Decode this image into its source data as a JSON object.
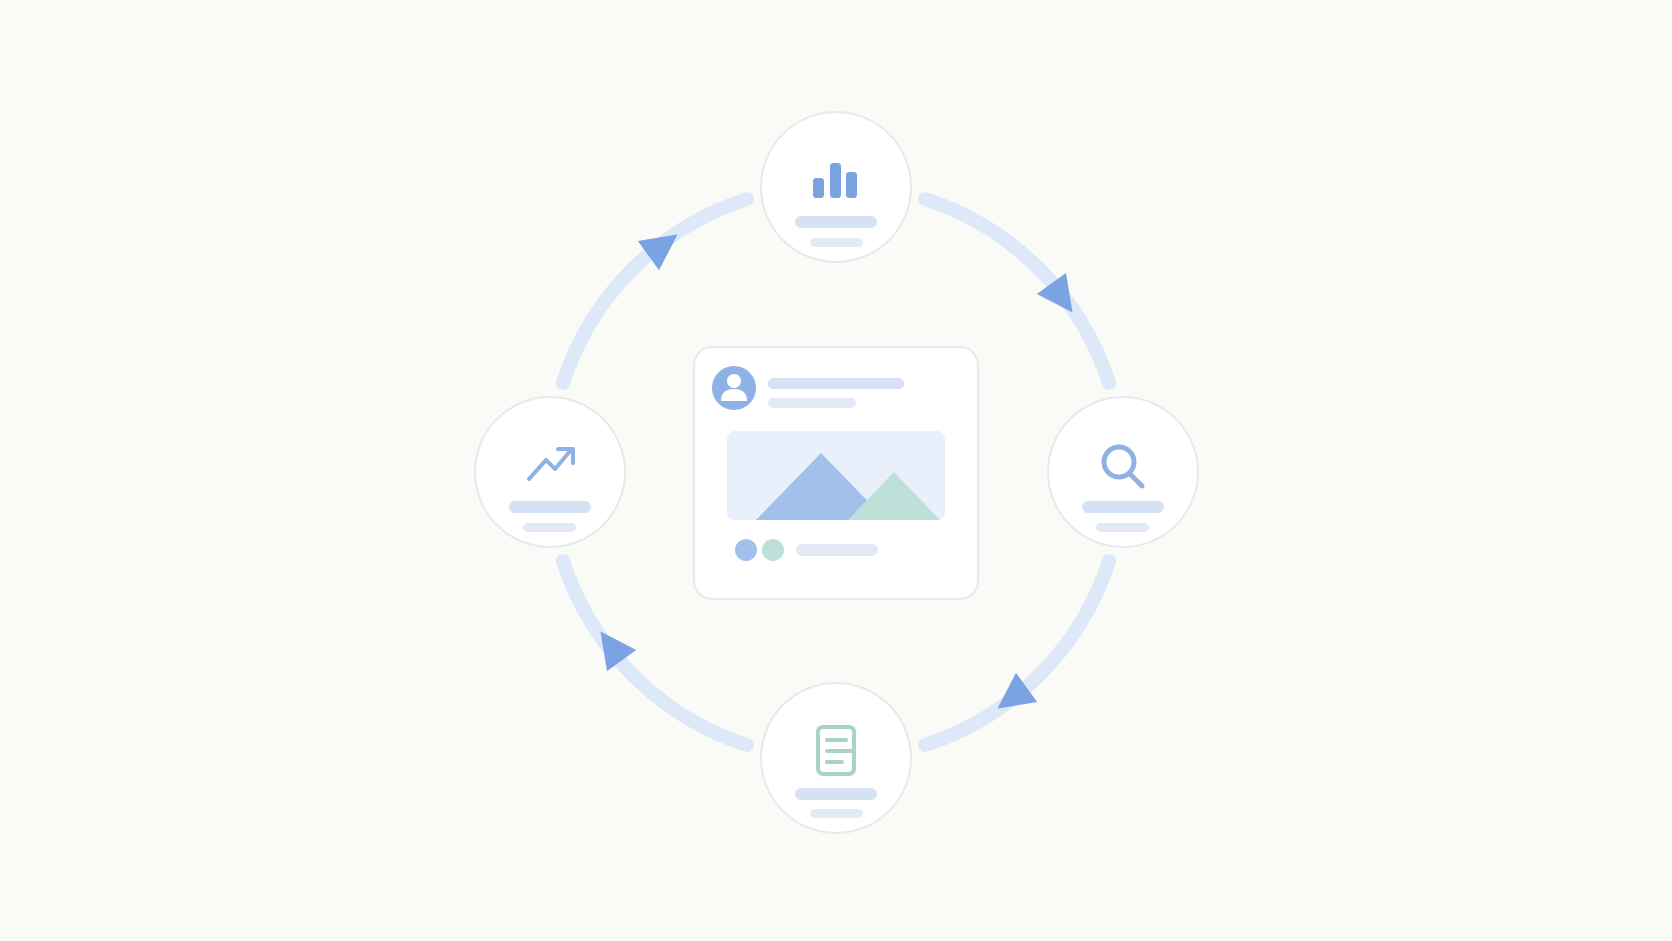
{
  "diagram": {
    "type": "cycle",
    "center_card": {
      "has_avatar": true,
      "has_image_placeholder": true,
      "indicator_dots": 2
    },
    "nodes": [
      {
        "position": "top",
        "icon": "bar-chart-icon",
        "icon_color": "#7aa3e0"
      },
      {
        "position": "right",
        "icon": "search-icon",
        "icon_color": "#90b2e2"
      },
      {
        "position": "bottom",
        "icon": "document-icon",
        "icon_color": "#a8d4c8"
      },
      {
        "position": "left",
        "icon": "trend-up-icon",
        "icon_color": "#90b2e2"
      }
    ],
    "flow_direction": "clockwise",
    "arrow_count": 4
  },
  "colors": {
    "background": "#fafaf6",
    "ring": "#dde8f8",
    "arrow": "#7ba3e3",
    "node_fill": "#ffffff",
    "node_stroke": "#e6e9ee",
    "placeholder_line": "#d6e2f4",
    "placeholder_line_light": "#e3eaf6",
    "accent_blue": "#a2c0ec",
    "accent_green": "#bde0d8",
    "image_bg": "#e9f0fb"
  }
}
